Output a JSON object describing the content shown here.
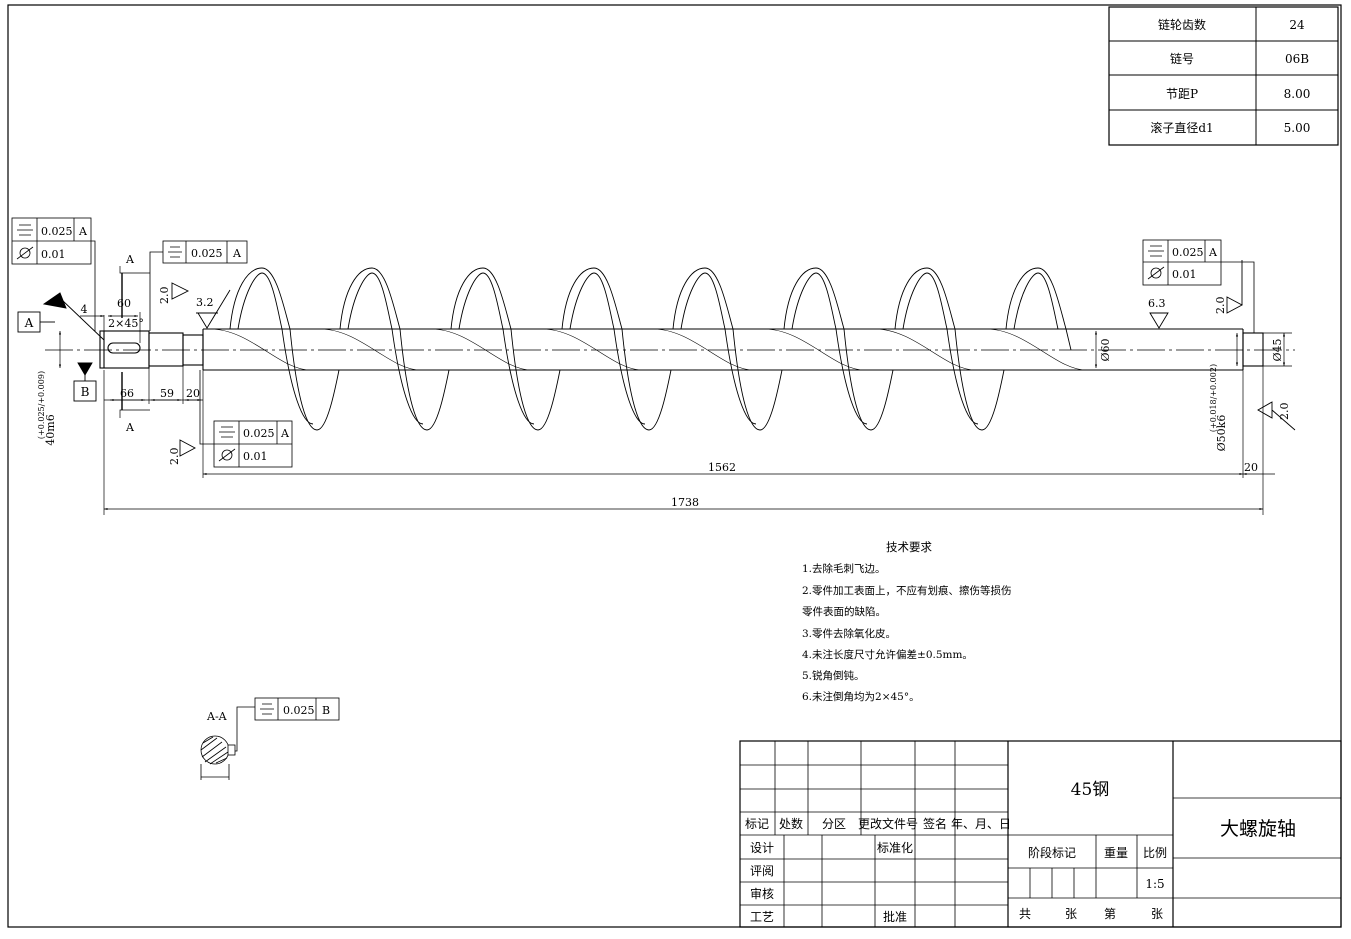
{
  "chain_table": [
    {
      "label": "链轮齿数",
      "value": "24"
    },
    {
      "label": "链号",
      "value": "06B"
    },
    {
      "label": "节距P",
      "value": "8.00"
    },
    {
      "label": "滚子直径d1",
      "value": "5.00"
    }
  ],
  "tolerances": {
    "sym_value": "0.025",
    "cyl_value": "0.01",
    "datum_a": "A",
    "datum_b": "B",
    "section_sym_value": "0.025"
  },
  "datums": {
    "a": "A",
    "b": "B"
  },
  "section": {
    "a_mark": "A",
    "label": "A-A"
  },
  "roughness": {
    "r32": "3.2",
    "r63": "6.3",
    "r20": "2.0"
  },
  "dimensions": {
    "d4": "4",
    "d60": "60",
    "chamfer": "2×45°",
    "d66": "66",
    "d59": "59",
    "d20": "20",
    "d1562": "1562",
    "d1738": "1738",
    "dia60": "Ø60",
    "dia45": "Ø45",
    "fit_left_main": "40m6",
    "fit_left_tol": "(+0.025/+0.009)",
    "fit_right_main": "Ø50k6",
    "fit_right_tol": "(+0.018/+0.002)"
  },
  "tech_req": {
    "title": "技术要求",
    "items": [
      "1.去除毛刺飞边。",
      "2.零件加工表面上，不应有划痕、擦伤等损伤",
      "零件表面的缺陷。",
      "3.零件去除氧化皮。",
      "4.未注长度尺寸允许偏差±0.5mm。",
      "5.锐角倒钝。",
      "6.未注倒角均为2×45°。"
    ]
  },
  "title_block": {
    "material": "45钢",
    "part_name": "大螺旋轴",
    "col_headers": [
      "标记",
      "处数",
      "分区",
      "更改文件号",
      "签名",
      "年、月、日"
    ],
    "rows": [
      "设计",
      "评阅",
      "审核",
      "工艺"
    ],
    "standardize": "标准化",
    "approve": "批准",
    "stage": "阶段标记",
    "weight": "重量",
    "scale_label": "比例",
    "scale": "1:5",
    "total": "共",
    "sheets": "张",
    "page": "第",
    "sheets2": "张"
  }
}
